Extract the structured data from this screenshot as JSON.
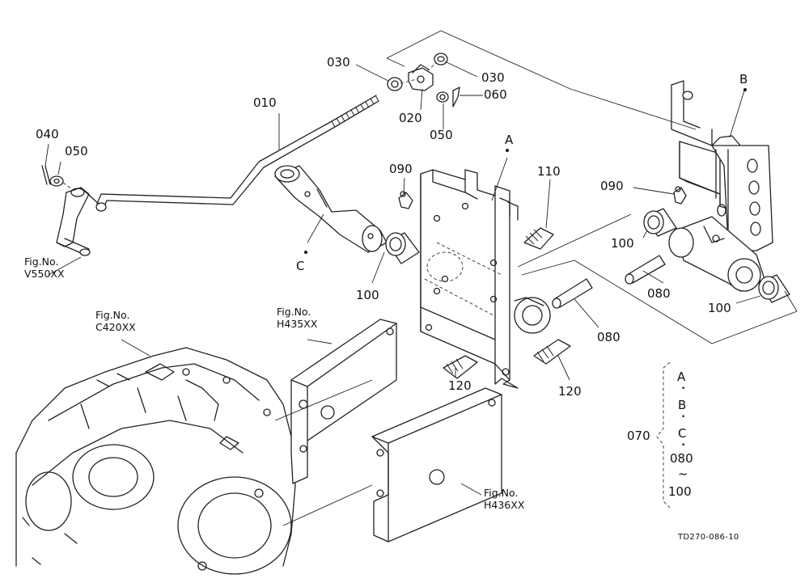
{
  "callouts": {
    "p010": "010",
    "p020": "020",
    "p030a": "030",
    "p030b": "030",
    "p040": "040",
    "p050a": "050",
    "p050b": "050",
    "p060": "060",
    "p070": "070",
    "p080a": "080",
    "p080b": "080",
    "p090a": "090",
    "p090b": "090",
    "p100a": "100",
    "p100b": "100",
    "p100c": "100",
    "p110": "110",
    "p120a": "120",
    "p120b": "120",
    "a": "A",
    "b": "B",
    "c": "C"
  },
  "figure_refs": {
    "v550": {
      "line1": "Fig.No.",
      "line2": "V550XX"
    },
    "c420": {
      "line1": "Fig.No.",
      "line2": "C420XX"
    },
    "h435": {
      "line1": "Fig.No.",
      "line2": "H435XX"
    },
    "h436": {
      "line1": "Fig.No.",
      "line2": "H436XX"
    }
  },
  "set_group": {
    "items": [
      "A",
      "B",
      "C",
      "080",
      "~",
      "100"
    ],
    "separator": "•"
  },
  "drawing_code": "TD270-086-10"
}
